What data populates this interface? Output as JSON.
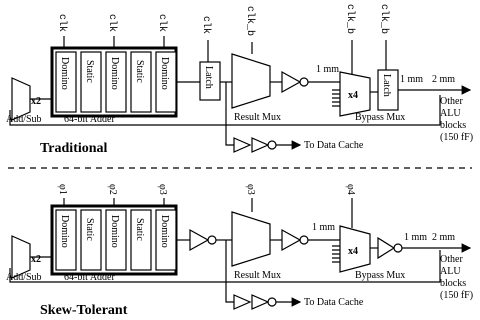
{
  "traditional": {
    "title": "Traditional",
    "stages": [
      "Domino",
      "Static",
      "Domino",
      "Static",
      "Domino"
    ],
    "clocks": [
      "clk",
      "clk",
      "clk"
    ],
    "latch_clk": "clk",
    "mux_clk": "clk_b",
    "bypass_clk": "clk_b",
    "latch2_clk": "clk_b",
    "latch_label": "Latch",
    "adder_label": "64-bit Adder",
    "addsub_label": "Add/Sub",
    "x2_label": "x2",
    "x4_label": "x4",
    "result_mux": "Result Mux",
    "bypass_mux": "Bypass Mux",
    "len_1mm": "1 mm",
    "len_2mm": "2 mm",
    "len_1mm_b": "1 mm",
    "other_alu": [
      "Other",
      "ALU",
      "blocks",
      "(150 fF)"
    ],
    "to_cache": "To Data Cache"
  },
  "skew": {
    "title": "Skew-Tolerant",
    "stages": [
      "Domino",
      "Static",
      "Domino",
      "Static",
      "Domino"
    ],
    "phases": [
      "φ1",
      "φ2",
      "φ3"
    ],
    "mux_phase": "φ3",
    "bypass_phase": "φ4",
    "adder_label": "64-bit Adder",
    "addsub_label": "Add/Sub",
    "x2_label": "x2",
    "x4_label": "x4",
    "result_mux": "Result Mux",
    "bypass_mux": "Bypass Mux",
    "len_1mm": "1 mm",
    "len_2mm": "2 mm",
    "len_1mm_b": "1 mm",
    "other_alu": [
      "Other",
      "ALU",
      "blocks",
      "(150 fF)"
    ],
    "to_cache": "To Data Cache"
  }
}
